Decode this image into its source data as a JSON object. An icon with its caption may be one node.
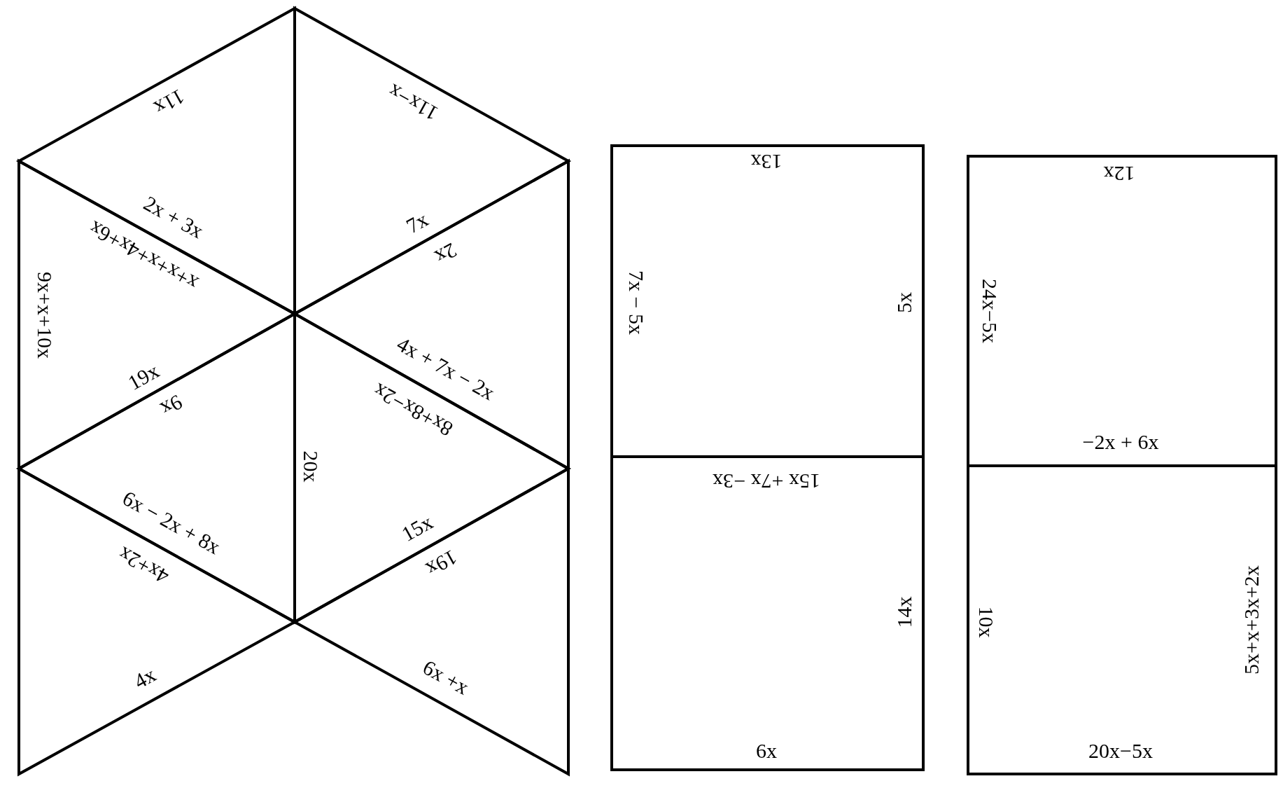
{
  "diagram": {
    "nodes": [
      {
        "text": [
          "11x",
          "2x + 3x"
        ]
      },
      {
        "text": [
          "11x−x",
          "7x"
        ]
      },
      {
        "text": [
          "x+x+x+4x+6x",
          "9x+x+10x",
          "19x"
        ]
      },
      {
        "text": [
          "2x",
          "4x + 7x − 2x"
        ]
      },
      {
        "text": [
          "9x",
          "6x − 2x + 8x"
        ]
      },
      {
        "text": [
          "20x",
          "8x+8x−2x",
          "15x"
        ]
      },
      {
        "text": [
          "4x+2x",
          "4x"
        ]
      },
      {
        "text": [
          "19x",
          "6x +x"
        ]
      },
      {
        "text": [
          "13x",
          "7x − 5x",
          "5x"
        ]
      },
      {
        "text": [
          "15x +7x −3x",
          "14x",
          "6x"
        ]
      },
      {
        "text": [
          "12x",
          "24x−5x",
          "−2x + 6x"
        ]
      },
      {
        "text": [
          "10x",
          "5x+x+3x+2x",
          "20x−5x"
        ]
      }
    ],
    "edges": []
  }
}
